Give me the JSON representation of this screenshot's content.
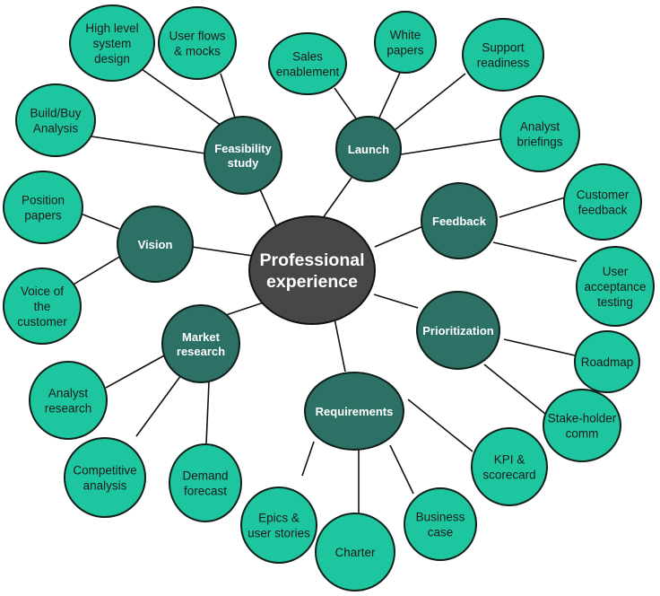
{
  "center": {
    "label": [
      "Professional",
      "experience"
    ]
  },
  "categories": [
    {
      "id": "feasibility",
      "label": [
        "Feasibility",
        "study"
      ],
      "leaves": [
        {
          "label": [
            "High level",
            "system",
            "design"
          ]
        },
        {
          "label": [
            "User flows",
            "& mocks"
          ]
        },
        {
          "label": [
            "Build/Buy",
            "Analysis"
          ]
        }
      ]
    },
    {
      "id": "launch",
      "label": [
        "Launch"
      ],
      "leaves": [
        {
          "label": [
            "Sales",
            "enablement"
          ]
        },
        {
          "label": [
            "White",
            "papers"
          ]
        },
        {
          "label": [
            "Support",
            "readiness"
          ]
        },
        {
          "label": [
            "Analyst",
            "briefings"
          ]
        }
      ]
    },
    {
      "id": "vision",
      "label": [
        "Vision"
      ],
      "leaves": [
        {
          "label": [
            "Position",
            "papers"
          ]
        },
        {
          "label": [
            "Voice of",
            "the",
            "customer"
          ]
        }
      ]
    },
    {
      "id": "feedback",
      "label": [
        "Feedback"
      ],
      "leaves": [
        {
          "label": [
            "Customer",
            "feedback"
          ]
        },
        {
          "label": [
            "User",
            "acceptance",
            "testing"
          ]
        }
      ]
    },
    {
      "id": "market",
      "label": [
        "Market",
        "research"
      ],
      "leaves": [
        {
          "label": [
            "Analyst",
            "research"
          ]
        },
        {
          "label": [
            "Competitive",
            "analysis"
          ]
        },
        {
          "label": [
            "Demand",
            "forecast"
          ]
        }
      ]
    },
    {
      "id": "prioritization",
      "label": [
        "Prioritization"
      ],
      "leaves": [
        {
          "label": [
            "Roadmap"
          ]
        },
        {
          "label": [
            "Stake-holder",
            "comm"
          ]
        }
      ]
    },
    {
      "id": "requirements",
      "label": [
        "Requirements"
      ],
      "leaves": [
        {
          "label": [
            "Epics &",
            "user stories"
          ]
        },
        {
          "label": [
            "Charter"
          ]
        },
        {
          "label": [
            "Business",
            "case"
          ]
        },
        {
          "label": [
            "KPI &",
            "scorecard"
          ]
        }
      ]
    }
  ]
}
